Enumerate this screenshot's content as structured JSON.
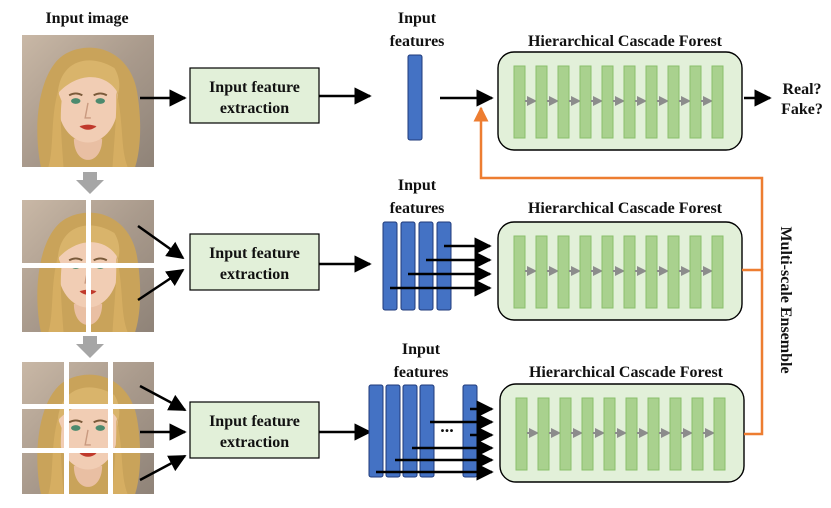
{
  "labels": {
    "input_image": "Input image",
    "input_features_line1": "Input",
    "input_features_line2": "features",
    "extraction_line1": "Input feature",
    "extraction_line2": "extraction",
    "forest_title": "Hierarchical Cascade Forest",
    "output_real": "Real?",
    "output_fake": "Fake?",
    "ensemble": "Multi-scale Ensemble",
    "ellipsis": "..."
  },
  "colors": {
    "extraction_fill": "#e2f0d9",
    "forest_fill": "#e2f0d9",
    "forest_bar": "#a9d18e",
    "feature_bar": "#4472c4",
    "feature_stroke": "#1f3a7a",
    "ensemble_arrow": "#ed7d31",
    "down_arrow": "#a6a6a6"
  },
  "icons": {
    "portrait": "woman-face-portrait",
    "arrow": "right-arrow",
    "down": "down-arrow"
  },
  "rows": [
    {
      "grid": 1,
      "feature_bars": 1
    },
    {
      "grid": 2,
      "feature_bars": 4
    },
    {
      "grid": 3,
      "feature_bars": 5
    }
  ]
}
